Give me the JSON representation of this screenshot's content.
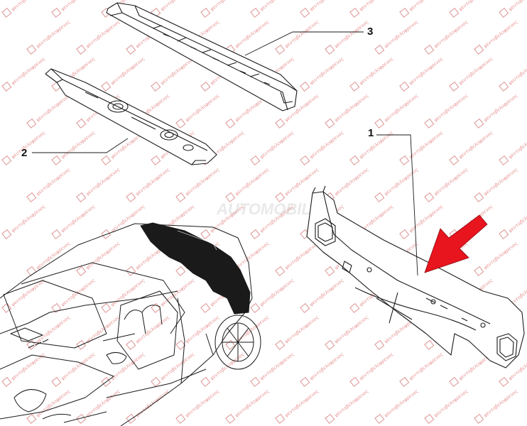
{
  "diagram": {
    "callouts": [
      {
        "id": "part-3",
        "label": "3"
      },
      {
        "id": "part-2",
        "label": "2"
      },
      {
        "id": "part-1",
        "label": "1"
      }
    ],
    "pointer_arrow_color": "#e8141e",
    "line_color": "#1a1a1a"
  },
  "watermark": {
    "text": "ψευτοβελοφρενος",
    "logo_text": "AUTOMOBILE",
    "color": "#c23b3b"
  }
}
